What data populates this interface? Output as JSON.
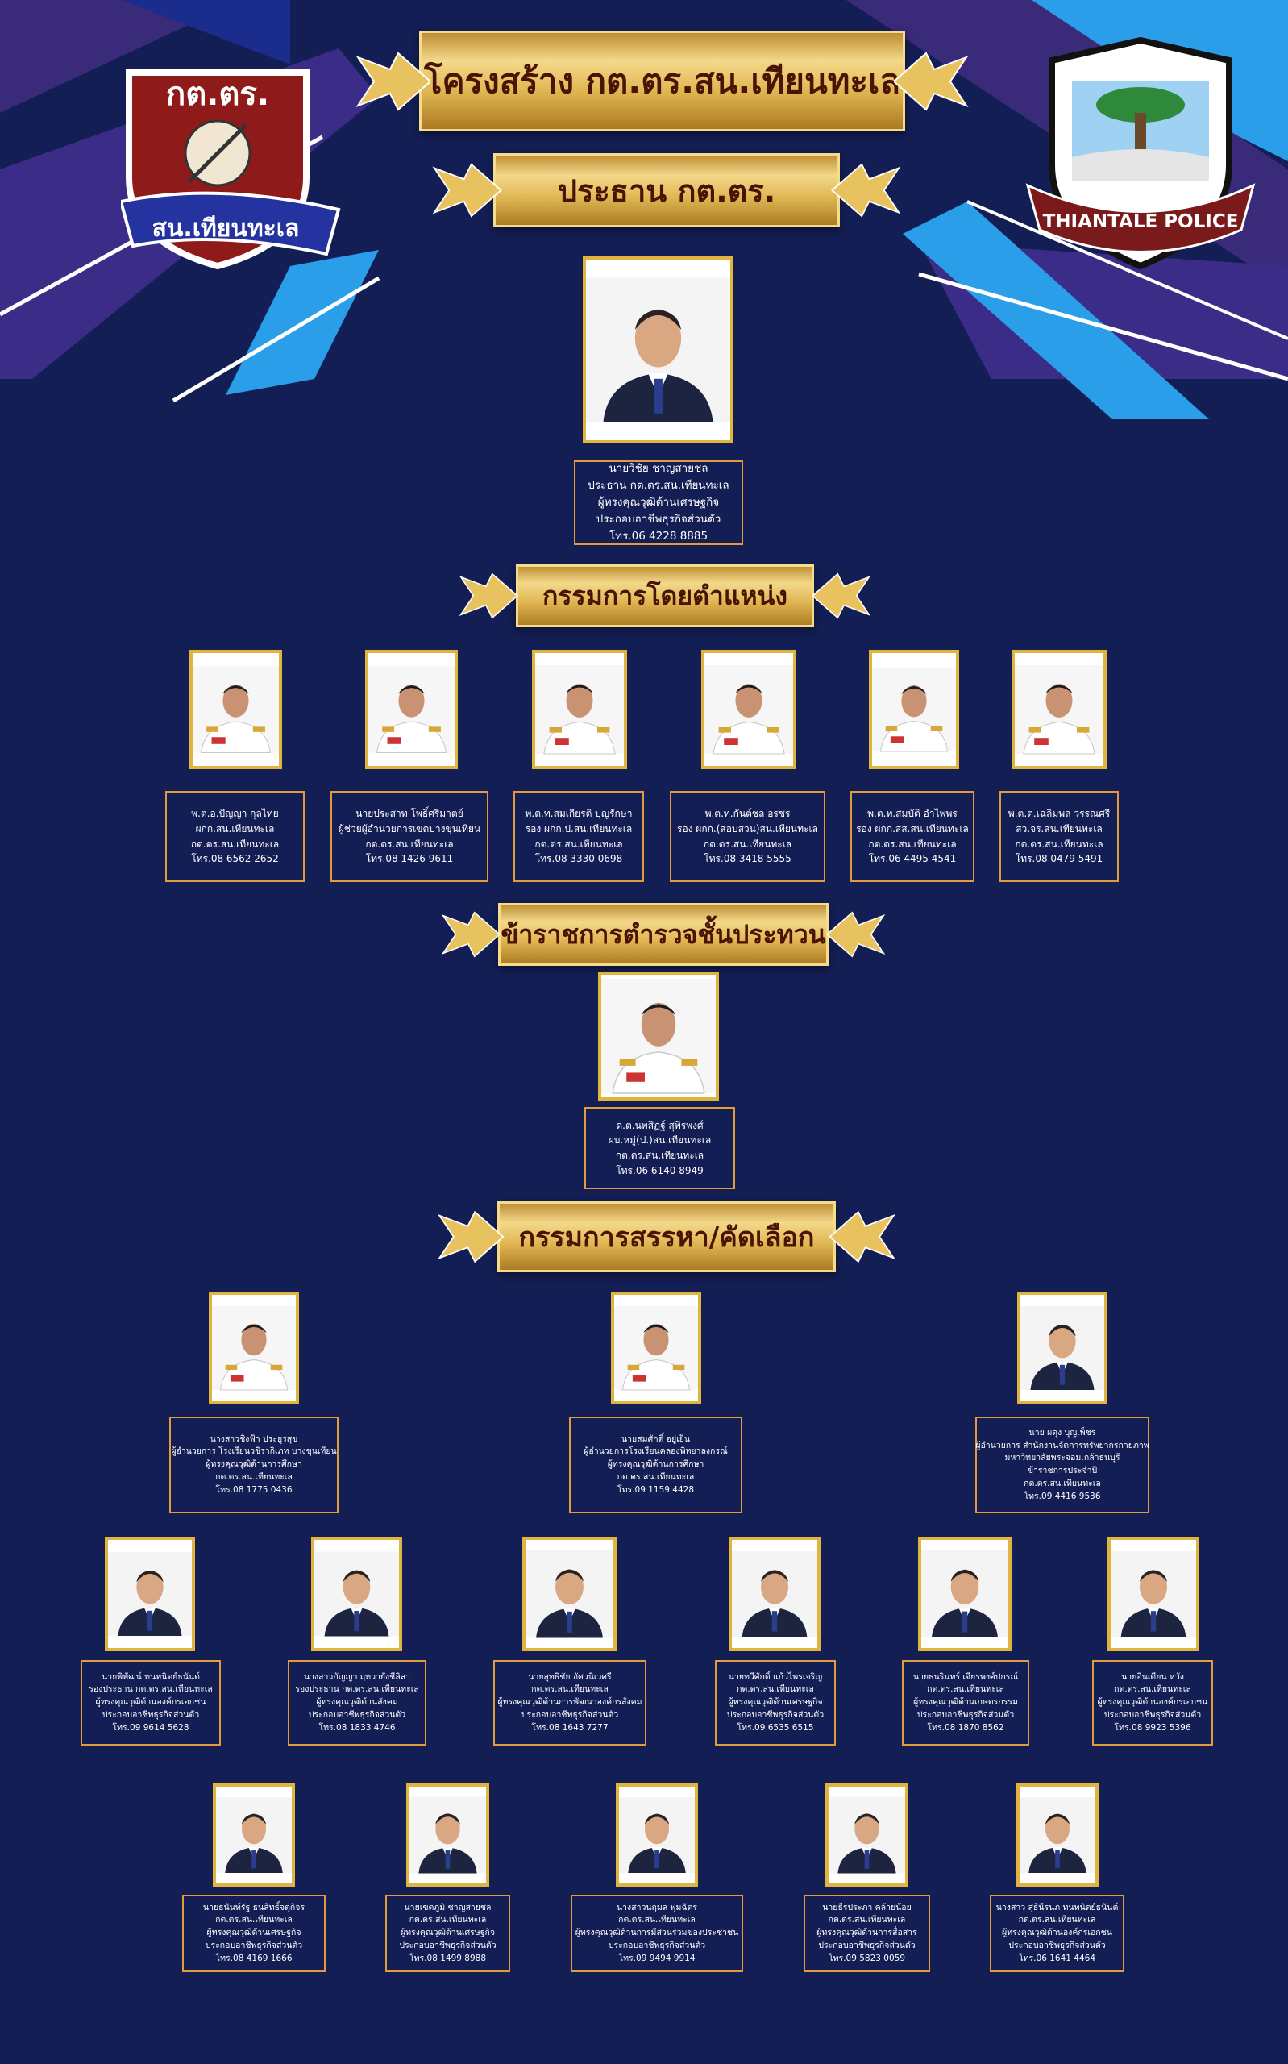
{
  "header": {
    "title": "โครงสร้าง  กต.ตร.สน.เทียนทะเล",
    "left_logo_top": "กต.ตร.",
    "left_logo_bottom": "สน.เทียนทะเล",
    "right_logo_text": "THIANTALE POLICE"
  },
  "sections": {
    "chairman": "ประธาน กต.ตร.",
    "ex_officio": "กรรมการโดยตำแหน่ง",
    "officer": "ข้าราชการตำรวจชั้นประทวน",
    "selected": "กรรมการสรรหา/คัดเลือก"
  },
  "chairman": {
    "lines": [
      "นายวิชัย ชาญสายชล",
      "ประธาน กต.ตร.สน.เทียนทะเล",
      "ผู้ทรงคุณวุฒิด้านเศรษฐกิจ",
      "ประกอบอาชีพธุรกิจส่วนตัว",
      "โทร.06 4228 8885"
    ]
  },
  "ex_officio": [
    {
      "lines": [
        "พ.ต.อ.ปัญญา กุลไทย",
        "ผกก.สน.เทียนทะเล",
        "กต.ตร.สน.เทียนทะเล",
        "โทร.08 6562 2652"
      ]
    },
    {
      "lines": [
        "นายประสาท โพธิ์ศรีมาตย์",
        "ผู้ช่วยผู้อำนวยการเขตบางขุนเทียน",
        "กต.ตร.สน.เทียนทะเล",
        "โทร.08 1426 9611"
      ]
    },
    {
      "lines": [
        "พ.ต.ท.สมเกียรติ  บุญรักษา",
        "รอง ผกก.ป.สน.เทียนทะเล",
        "กต.ตร.สน.เทียนทะเล",
        "โทร.08 3330 0698"
      ]
    },
    {
      "lines": [
        "พ.ต.ท.กันต์ชล  อรชร",
        "รอง ผกก.(สอบสวน)สน.เทียนทะเล",
        "กต.ตร.สน.เทียนทะเล",
        "โทร.08 3418 5555"
      ]
    },
    {
      "lines": [
        "พ.ต.ท.สมบัติ  อำไพพร",
        "รอง ผกก.สส.สน.เทียนทะเล",
        "กต.ตร.สน.เทียนทะเล",
        "โทร.06 4495 4541"
      ]
    },
    {
      "lines": [
        "พ.ต.ต.เฉลิมพล วรรณศรี",
        "สว.จร.สน.เทียนทะเล",
        "กต.ตร.สน.เทียนทะเล",
        "โทร.08 0479 5491"
      ]
    }
  ],
  "officer": {
    "lines": [
      "ด.ต.นพสิฏฐ์ สุพิรพงศ์",
      "ผบ.หมู่(ป.)สน.เทียนทะเล",
      "กต.ตร.สน.เทียนทะเล",
      "โทร.06 6140 8949"
    ]
  },
  "selected_row1": [
    {
      "lines": [
        "นางสาวชิงฟ้า  ประยูรสุข",
        "ผู้อำนวยการ โรงเรียนวชิรากิเภท บางขุนเทียน",
        "ผู้ทรงคุณวุฒิด้านการศึกษา",
        "กต.ตร.สน.เทียนทะเล",
        "โทร.08 1775 0436"
      ]
    },
    {
      "lines": [
        "นายสมศักดิ์ อยู่เย็น",
        "ผู้อำนวยการโรงเรียนคลองพิทยาลงกรณ์",
        "ผู้ทรงคุณวุฒิด้านการศึกษา",
        "กต.ตร.สน.เทียนทะเล",
        "โทร.09 1159 4428"
      ]
    },
    {
      "lines": [
        "นาย ผดุง บุญเพ็ชร",
        "ผู้อำนวยการ สำนักงานจัดการทรัพยากรกายภาพ",
        "มหาวิทยาลัยพระจอมเกล้าธนบุรี",
        "ข้าราชการประจำปี",
        "กต.ตร.สน.เทียนทะเล",
        "โทร.09 4416 9536"
      ]
    }
  ],
  "selected_row2": [
    {
      "lines": [
        "นายพิพัฒน์ ทนทนิตย์ธนันต์",
        "รองประธาน กต.ตร.สน.เทียนทะเล",
        "ผู้ทรงคุณวุฒิด้านองค์กรเอกชน",
        "ประกอบอาชีพธุรกิจส่วนตัว",
        "โทร.09 9614 5628"
      ]
    },
    {
      "lines": [
        "นางสาวกัญญา ฤทวายังชีลิลา",
        "รองประธาน กต.ตร.สน.เทียนทะเล",
        "ผู้ทรงคุณวุฒิด้านสังคม",
        "ประกอบอาชีพธุรกิจส่วนตัว",
        "โทร.08 1833 4746"
      ]
    },
    {
      "lines": [
        "นายสุทธิชัย อัศวนิเวศรี",
        "กต.ตร.สน.เทียนทะเล",
        "ผู้ทรงคุณวุฒิด้านการพัฒนาองค์กรสังคม",
        "ประกอบอาชีพธุรกิจส่วนตัว",
        "โทร.08 1643 7277"
      ]
    },
    {
      "lines": [
        "นายทวีศักดิ์ แก้วไพรเจริญ",
        "กต.ตร.สน.เทียนทะเล",
        "ผู้ทรงคุณวุฒิด้านเศรษฐกิจ",
        "ประกอบอาชีพธุรกิจส่วนตัว",
        "โทร.09 6535 6515"
      ]
    },
    {
      "lines": [
        "นายธนรินทร์ เจียรพงศ์ปกรณ์",
        "กต.ตร.สน.เทียนทะเล",
        "ผู้ทรงคุณวุฒิด้านเกษตรกรรม",
        "ประกอบอาชีพธุรกิจส่วนตัว",
        "โทร.08 1870 8562"
      ]
    },
    {
      "lines": [
        "นายอินเดียน หวัง",
        "กต.ตร.สน.เทียนทะเล",
        "ผู้ทรงคุณวุฒิด้านองค์กรเอกชน",
        "ประกอบอาชีพธุรกิจส่วนตัว",
        "โทร.08 9923 5396"
      ]
    }
  ],
  "selected_row3": [
    {
      "lines": [
        "นายธนันท์รัฐ ธนสิทธิ์จตุกิจร",
        "กต.ตร.สน.เทียนทะเล",
        "ผู้ทรงคุณวุฒิด้านเศรษฐกิจ",
        "ประกอบอาชีพธุรกิจส่วนตัว",
        "โทร.08 4169 1666"
      ]
    },
    {
      "lines": [
        "นายเขตภูมิ ชาญสายชล",
        "กต.ตร.สน.เทียนทะเล",
        "ผู้ทรงคุณวุฒิด้านเศรษฐกิจ",
        "ประกอบอาชีพธุรกิจส่วนตัว",
        "โทร.08 1499 8988"
      ]
    },
    {
      "lines": [
        "นางสาวนฤมล พุ่มฉัตร",
        "กต.ตร.สน.เทียนทะเล",
        "ผู้ทรงคุณวุฒิด้านการมีส่วนร่วมของประชาชน",
        "ประกอบอาชีพธุรกิจส่วนตัว",
        "โทร.09 9494 9914"
      ]
    },
    {
      "lines": [
        "นายธีรประภา คล้ายน้อย",
        "กต.ตร.สน.เทียนทะเล",
        "ผู้ทรงคุณวุฒิด้านการสื่อสาร",
        "ประกอบอาชีพธุรกิจส่วนตัว",
        "โทร.09 5823 0059"
      ]
    },
    {
      "lines": [
        "นางสาว สุธินีรนภ ทนทนิตย์ธนันต์",
        "กต.ตร.สน.เทียนทะเล",
        "ผู้ทรงคุณวุฒิด้านองค์กรเอกชน",
        "ประกอบอาชีพธุรกิจส่วนตัว",
        "โทร.06 1641 4464"
      ]
    }
  ]
}
